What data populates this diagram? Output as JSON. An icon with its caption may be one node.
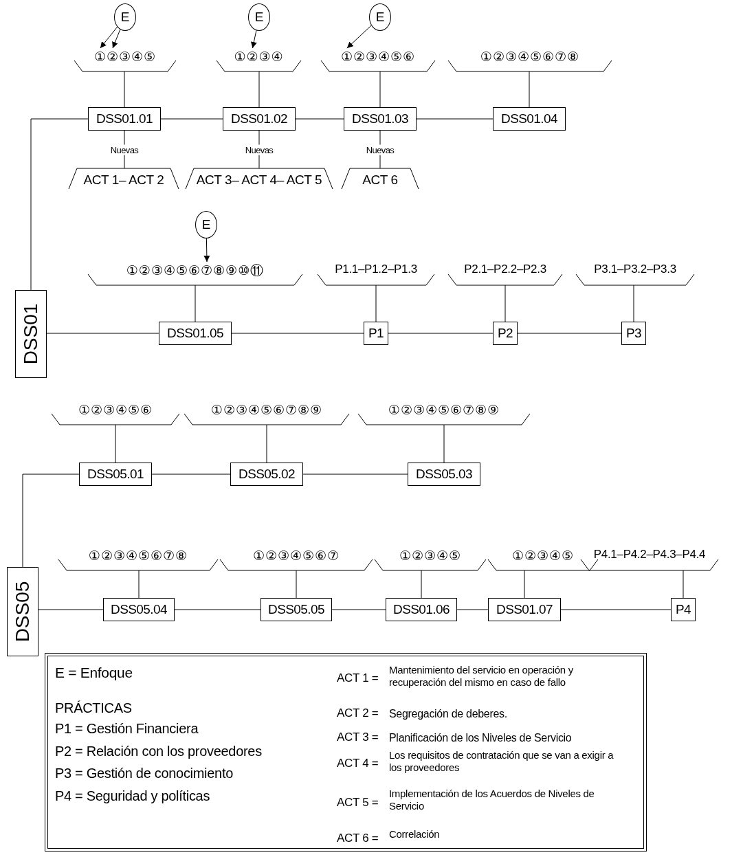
{
  "diagram": {
    "nodes": [
      {
        "text": [
          "E"
        ]
      },
      {
        "text": [
          "E"
        ]
      },
      {
        "text": [
          "E"
        ]
      },
      {
        "text": [
          "①②③④⑤"
        ]
      },
      {
        "text": [
          "①②③④"
        ]
      },
      {
        "text": [
          "①②③④⑤⑥"
        ]
      },
      {
        "text": [
          "①②③④⑤⑥⑦⑧"
        ]
      },
      {
        "text": [
          "DSS01.01"
        ]
      },
      {
        "text": [
          "DSS01.02"
        ]
      },
      {
        "text": [
          "DSS01.03"
        ]
      },
      {
        "text": [
          "DSS01.04"
        ]
      },
      {
        "text": [
          "ACT 1– ACT 2"
        ]
      },
      {
        "text": [
          "ACT 3– ACT 4– ACT 5"
        ]
      },
      {
        "text": [
          "ACT 6"
        ]
      },
      {
        "text": [
          "E"
        ]
      },
      {
        "text": [
          "①②③④⑤⑥⑦⑧⑨⑩⑪"
        ]
      },
      {
        "text": [
          "P1.1–P1.2–P1.3"
        ]
      },
      {
        "text": [
          "P2.1–P2.2–P2.3"
        ]
      },
      {
        "text": [
          "P3.1–P3.2–P3.3"
        ]
      },
      {
        "text": [
          "DSS01"
        ]
      },
      {
        "text": [
          "DSS01.05"
        ]
      },
      {
        "text": [
          "P1"
        ]
      },
      {
        "text": [
          "P2"
        ]
      },
      {
        "text": [
          "P3"
        ]
      },
      {
        "text": [
          "①②③④⑤⑥"
        ]
      },
      {
        "text": [
          "①②③④⑤⑥⑦⑧⑨"
        ]
      },
      {
        "text": [
          "①②③④⑤⑥⑦⑧⑨"
        ]
      },
      {
        "text": [
          "DSS05.01"
        ]
      },
      {
        "text": [
          "DSS05.02"
        ]
      },
      {
        "text": [
          "DSS05.03"
        ]
      },
      {
        "text": [
          "①②③④⑤⑥⑦⑧"
        ]
      },
      {
        "text": [
          "①②③④⑤⑥⑦"
        ]
      },
      {
        "text": [
          "①②③④⑤"
        ]
      },
      {
        "text": [
          "①②③④⑤"
        ]
      },
      {
        "text": [
          "P4.1–P4.2–P4.3–P4.4"
        ]
      },
      {
        "text": [
          "DSS05"
        ]
      },
      {
        "text": [
          "DSS05.04"
        ]
      },
      {
        "text": [
          "DSS05.05"
        ]
      },
      {
        "text": [
          "DSS01.06"
        ]
      },
      {
        "text": [
          "DSS01.07"
        ]
      },
      {
        "text": [
          "P4"
        ]
      }
    ],
    "edges": [
      {
        "from": 0,
        "to": 3,
        "arrow": "to"
      },
      {
        "from": 0,
        "to": 3,
        "arrow": "to"
      },
      {
        "from": 1,
        "to": 4,
        "arrow": "to"
      },
      {
        "from": 2,
        "to": 5,
        "arrow": "to"
      },
      {
        "from": 3,
        "to": 7,
        "arrow": "none"
      },
      {
        "from": 4,
        "to": 8,
        "arrow": "none"
      },
      {
        "from": 5,
        "to": 9,
        "arrow": "none"
      },
      {
        "from": 6,
        "to": 10,
        "arrow": "none"
      },
      {
        "from": 19,
        "to": 7,
        "arrow": "none"
      },
      {
        "from": 7,
        "to": 8,
        "arrow": "none"
      },
      {
        "from": 8,
        "to": 9,
        "arrow": "none"
      },
      {
        "from": 9,
        "to": 10,
        "arrow": "none"
      },
      {
        "from": 7,
        "to": 11,
        "arrow": "none",
        "label": "Nuevas"
      },
      {
        "from": 8,
        "to": 12,
        "arrow": "none",
        "label": "Nuevas"
      },
      {
        "from": 9,
        "to": 13,
        "arrow": "none",
        "label": "Nuevas"
      },
      {
        "from": 14,
        "to": 15,
        "arrow": "to"
      },
      {
        "from": 15,
        "to": 20,
        "arrow": "none"
      },
      {
        "from": 16,
        "to": 21,
        "arrow": "none"
      },
      {
        "from": 17,
        "to": 22,
        "arrow": "none"
      },
      {
        "from": 18,
        "to": 23,
        "arrow": "none"
      },
      {
        "from": 19,
        "to": 20,
        "arrow": "none"
      },
      {
        "from": 20,
        "to": 21,
        "arrow": "none"
      },
      {
        "from": 21,
        "to": 22,
        "arrow": "none"
      },
      {
        "from": 22,
        "to": 23,
        "arrow": "none"
      },
      {
        "from": 24,
        "to": 27,
        "arrow": "none"
      },
      {
        "from": 25,
        "to": 28,
        "arrow": "none"
      },
      {
        "from": 26,
        "to": 29,
        "arrow": "none"
      },
      {
        "from": 35,
        "to": 27,
        "arrow": "none"
      },
      {
        "from": 27,
        "to": 28,
        "arrow": "none"
      },
      {
        "from": 28,
        "to": 29,
        "arrow": "none"
      },
      {
        "from": 30,
        "to": 36,
        "arrow": "none"
      },
      {
        "from": 31,
        "to": 37,
        "arrow": "none"
      },
      {
        "from": 32,
        "to": 38,
        "arrow": "none"
      },
      {
        "from": 33,
        "to": 39,
        "arrow": "none"
      },
      {
        "from": 34,
        "to": 40,
        "arrow": "none"
      },
      {
        "from": 35,
        "to": 36,
        "arrow": "none"
      },
      {
        "from": 36,
        "to": 37,
        "arrow": "none"
      },
      {
        "from": 37,
        "to": 38,
        "arrow": "none"
      },
      {
        "from": 38,
        "to": 39,
        "arrow": "none"
      },
      {
        "from": 39,
        "to": 40,
        "arrow": "none"
      }
    ],
    "labels": [
      "E = Enfoque",
      "PRÁCTICAS",
      "P1 = Gestión Financiera",
      "P2 = Relación con los proveedores",
      "P3 = Gestión de conocimiento",
      "P4 = Seguridad y políticas",
      "ACT 1 =",
      "Mantenimiento del servicio en operación y recuperación del mismo en caso de fallo",
      "ACT 2 =",
      "Segregación de deberes.",
      "ACT 3 =",
      "Planificación de los Niveles de Servicio",
      "ACT 4 =",
      "Los requisitos de contratación que se van a exigir a los proveedores",
      "ACT 5 =",
      "Implementación de los Acuerdos de Niveles de Servicio",
      "ACT 6 =",
      "Correlación"
    ]
  }
}
